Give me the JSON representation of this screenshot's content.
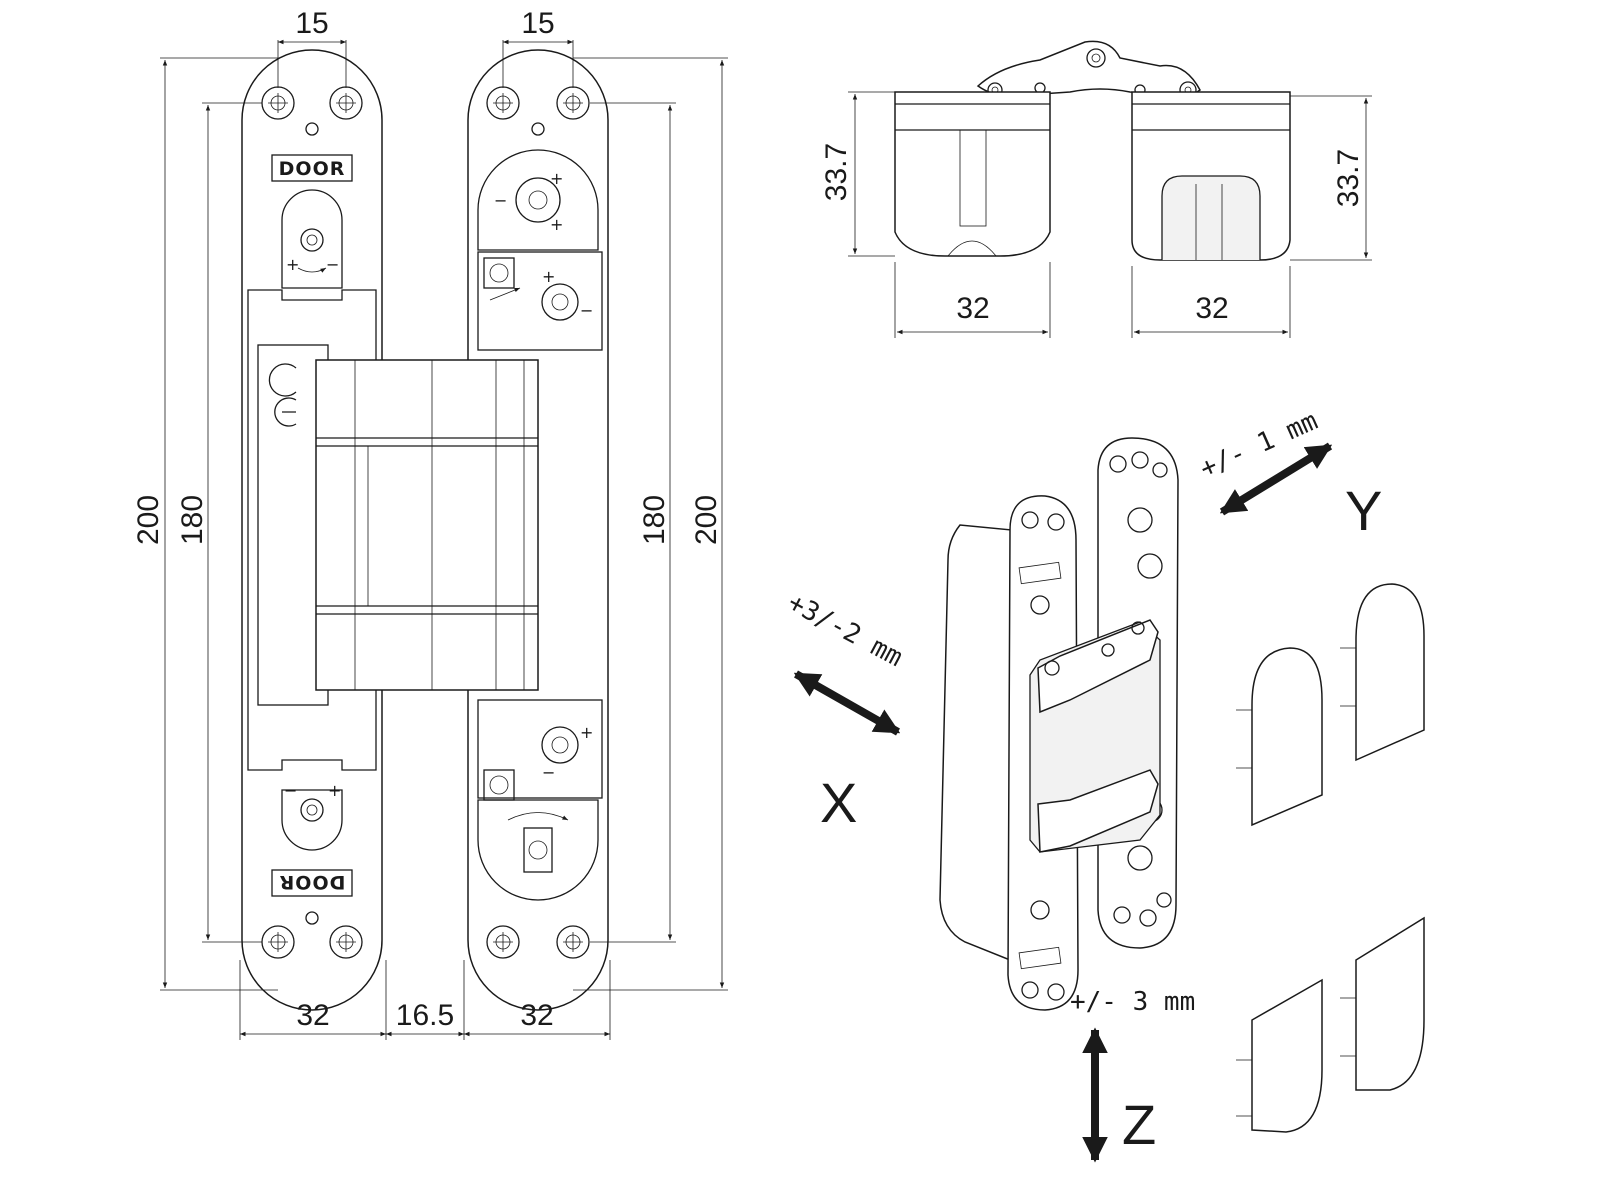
{
  "dimensions": {
    "top_left_hole_spacing": "15",
    "top_right_hole_spacing": "15",
    "left_total_height": "200",
    "left_inner_height": "180",
    "right_inner_height": "180",
    "right_total_height": "200",
    "bottom_left_width": "32",
    "bottom_gap_width": "16.5",
    "bottom_right_width": "32",
    "side_left_height": "33.7",
    "side_right_height": "33.7",
    "side_left_width": "32",
    "side_right_width": "32"
  },
  "labels": {
    "door_top": "DOOR",
    "door_bottom": "DOOR",
    "plus": "+",
    "minus": "−"
  },
  "adjustments": {
    "y_range": "+/- 1 mm",
    "y_axis": "Y",
    "x_range": "+3/-2 mm",
    "x_axis": "X",
    "z_range": "+/- 3 mm",
    "z_axis": "Z"
  },
  "colors": {
    "line": "#1a1a1a",
    "fill": "#ffffff",
    "shade": "#f2f2f2"
  }
}
